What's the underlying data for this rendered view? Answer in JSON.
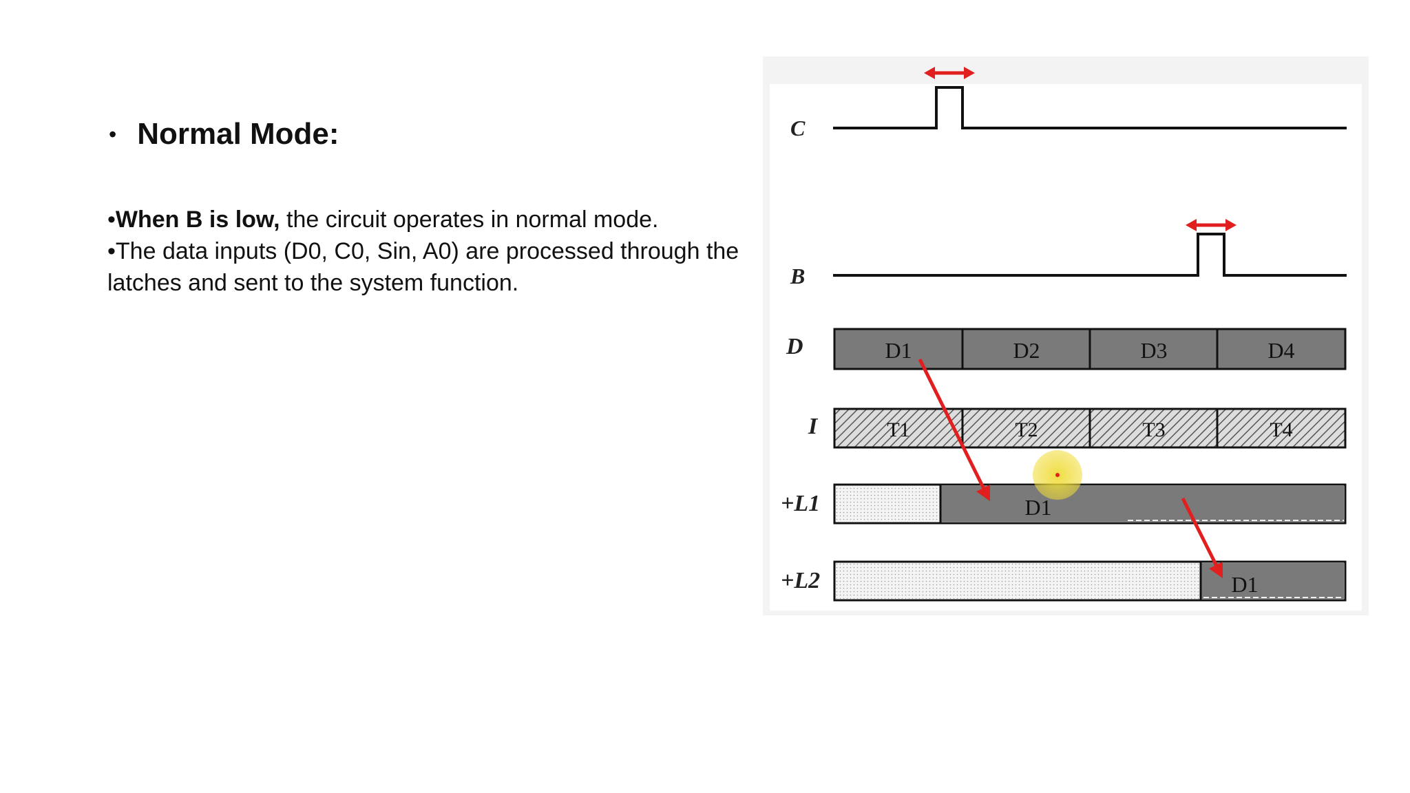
{
  "slide": {
    "heading": "Normal Mode:",
    "paragraphs": [
      {
        "prefix": "•",
        "bold": "When B is low,",
        "text": " the circuit operates in normal mode."
      },
      {
        "prefix": "•",
        "bold": "",
        "text": "The data inputs (D0, C0, Sin, A0) are processed through the latches and sent to the system function."
      }
    ]
  },
  "diagram": {
    "signals": {
      "c": {
        "label": "C"
      },
      "b": {
        "label": "B"
      },
      "d": {
        "label": "D",
        "segments": [
          "D1",
          "D2",
          "D3",
          "D4"
        ]
      },
      "i": {
        "label": "I",
        "segments": [
          "T1",
          "T2",
          "T3",
          "T4"
        ]
      },
      "l1": {
        "label": "+L1",
        "segments": [
          "D1"
        ]
      },
      "l2": {
        "label": "+L2",
        "segments": [
          "D1"
        ]
      }
    },
    "colors": {
      "arrow": "#e21f1f",
      "dataFill": "#7a7a7a",
      "cursor": "#f2e04a",
      "panel": "#f3f3f3"
    }
  }
}
